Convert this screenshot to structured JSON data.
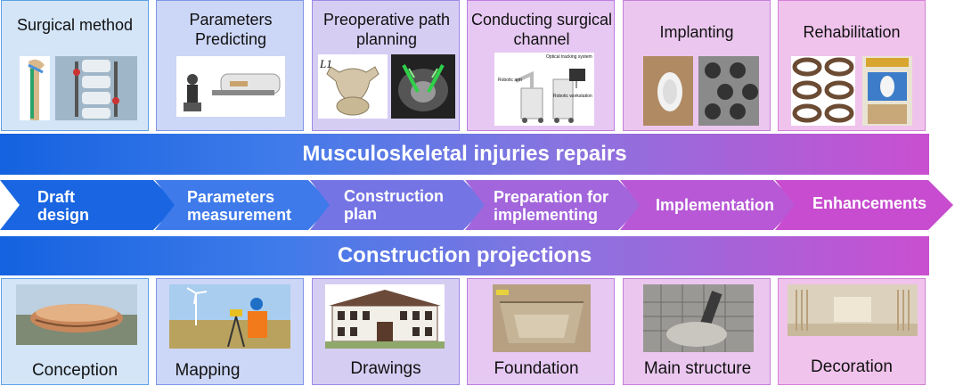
{
  "colors": {
    "blue_dark": "#1a5fe0",
    "blue_mid": "#2f80f0",
    "purple": "#8a6de0",
    "magenta": "#c84fcf"
  },
  "top_panels": [
    {
      "title": "Surgical method",
      "icons": [
        "femur-implant-icon",
        "spine-fixation-icon"
      ]
    },
    {
      "title": "Parameters Predicting",
      "icons": [
        "ct-scanner-icon"
      ]
    },
    {
      "title": "Preoperative path planning",
      "icon_label": "L1",
      "icons": [
        "vertebra-icon",
        "ct-path-icon"
      ]
    },
    {
      "title": "Conducting surgical channel",
      "icons": [
        "surgical-robot-icon"
      ],
      "robot_labels": {
        "tracker": "Optical tracking system",
        "arm": "Robotic arm",
        "workstation": "Robotic workstation"
      }
    },
    {
      "title": "Implanting",
      "icons": [
        "implant-sample-icon",
        "porous-scaffold-icon"
      ]
    },
    {
      "title": "Rehabilitation",
      "icons": [
        "xray-series-icon",
        "specimen-icon"
      ]
    }
  ],
  "top_band": {
    "label": "Musculoskeletal injuries repairs"
  },
  "steps": [
    {
      "label": "Draft design"
    },
    {
      "label": "Parameters measurement"
    },
    {
      "label": "Construction plan"
    },
    {
      "label": "Preparation for implementing"
    },
    {
      "label": "Implementation"
    },
    {
      "label": "Enhancements"
    }
  ],
  "bottom_band": {
    "label": "Construction projections"
  },
  "bottom_panels": [
    {
      "label": "Conception",
      "icon": "stadium-icon"
    },
    {
      "label": "Mapping",
      "icon": "surveyor-icon"
    },
    {
      "label": "Drawings",
      "icon": "building-icon"
    },
    {
      "label": "Foundation",
      "icon": "excavation-icon"
    },
    {
      "label": "Main structure",
      "icon": "concrete-pour-icon"
    },
    {
      "label": "Decoration",
      "icon": "interior-icon"
    }
  ]
}
